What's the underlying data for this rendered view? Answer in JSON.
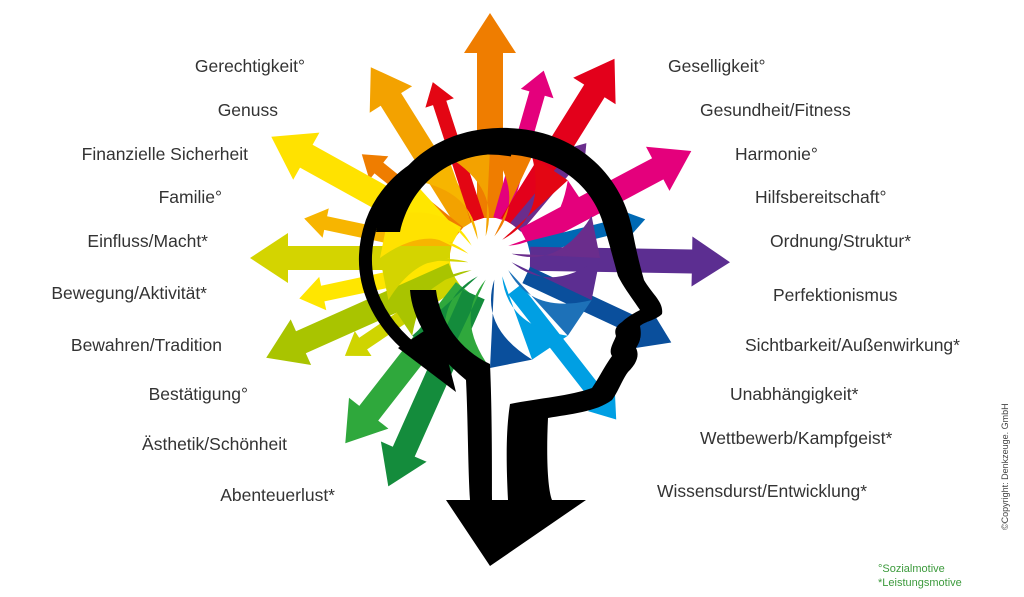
{
  "motives_left": [
    {
      "label": "Gerechtigkeit°",
      "color": "#f3a200"
    },
    {
      "label": "Genuss",
      "color": "#ef7d00"
    },
    {
      "label": "Finanzielle Sicherheit",
      "color": "#ffe200"
    },
    {
      "label": "Familie°",
      "color": "#f7b500"
    },
    {
      "label": "Einfluss/Macht*",
      "color": "#d4d400"
    },
    {
      "label": "Bewegung/Aktivität*",
      "color": "#ffe600"
    },
    {
      "label": "Bewahren/Tradition",
      "color": "#a9c400"
    },
    {
      "label": "Bestätigung°",
      "color": "#cfd400"
    },
    {
      "label": "Ästhetik/Schönheit",
      "color": "#2fa83c"
    },
    {
      "label": "Abenteuerlust*",
      "color": "#148c3c"
    }
  ],
  "motives_right": [
    {
      "label": "Geselligkeit°",
      "color": "#e3001b"
    },
    {
      "label": "Gesundheit/Fitness",
      "color": "#e4007c"
    },
    {
      "label": "Harmonie°",
      "color": "#6a2d8c"
    },
    {
      "label": "Hilfsbereitschaft°",
      "color": "#0069b4"
    },
    {
      "label": "Ordnung/Struktur*",
      "color": "#5c2e91"
    },
    {
      "label": "Perfektionismus",
      "color": "#1d71b8"
    },
    {
      "label": "Sichtbarkeit/Außenwirkung*",
      "color": "#0a4f9c"
    },
    {
      "label": "Unabhängigkeit*",
      "color": "#0069b4"
    },
    {
      "label": "Wettbewerb/Kampfgeist*",
      "color": "#1ba0e2"
    },
    {
      "label": "Wissensdurst/Entwicklung*",
      "color": "#009fe3"
    }
  ],
  "legend": {
    "social": "°Sozialmotive",
    "performance": "*Leistungsmotive"
  },
  "copyright": "©Copyright: Denkzeuge. GmbH",
  "colors": {
    "head": "#000000",
    "text": "#333333",
    "legend": "#3c9a3c",
    "top_arrow": "#ef7d00"
  }
}
